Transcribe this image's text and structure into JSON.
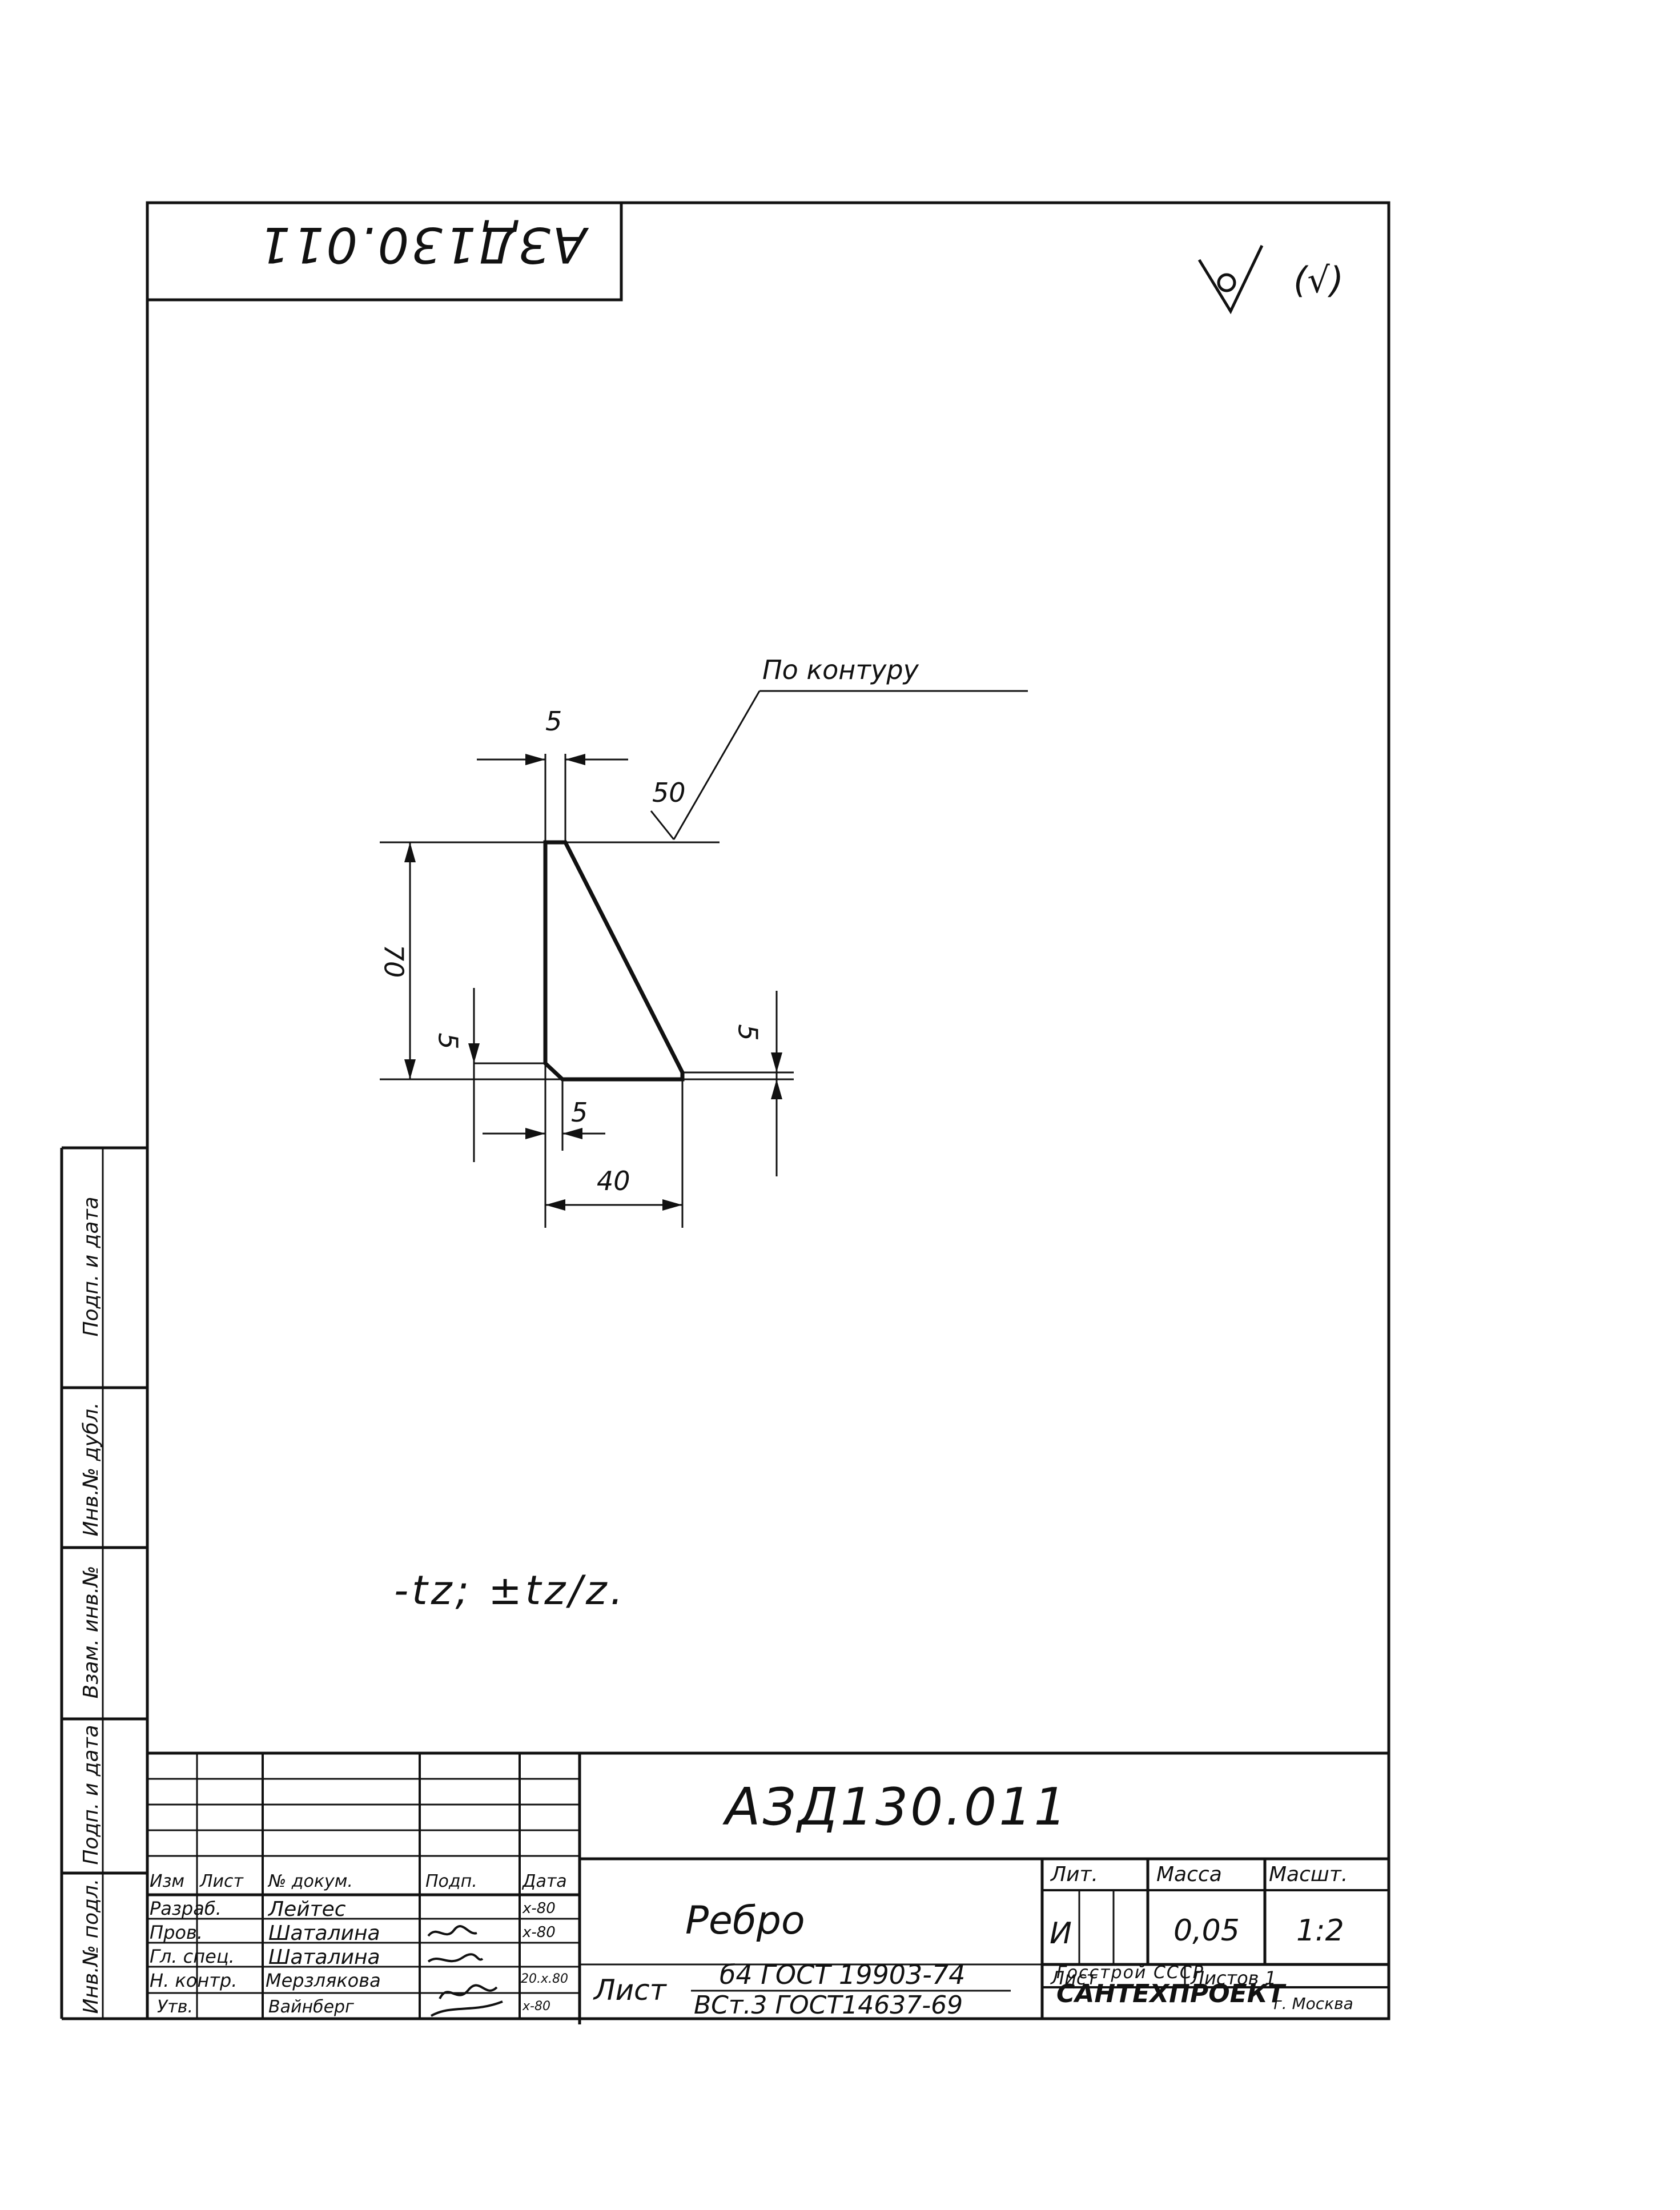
{
  "drawing": {
    "code_corner": "АЗД130.011",
    "roughness_mark": "(√)",
    "contour_note": "По контуру",
    "roughness_value": "50",
    "dims": {
      "top": "5",
      "height": "70",
      "left_small": "5",
      "right_small": "5",
      "bottom_small": "5",
      "bottom": "40"
    },
    "tolerance_note": "-tz; ±tz/z."
  },
  "side_strip": {
    "labels": [
      "Подп. и дата",
      "Инв.№ дубл.",
      "Взам. инв.№",
      "Подп. и дата",
      "Инв.№ подл."
    ]
  },
  "title_block": {
    "code": "АЗД130.011",
    "name": "Ребро",
    "headers": {
      "izm": "Изм",
      "list": "Лист",
      "doc": "№ докум.",
      "podp": "Подп.",
      "date": "Дата"
    },
    "rows": [
      {
        "role": "Разраб.",
        "person": "Лейтес",
        "date": "х-80"
      },
      {
        "role": "Пров.",
        "person": "Шаталина",
        "date": "х-80"
      },
      {
        "role": "Гл. спец.",
        "person": "Шаталина",
        "date": ""
      },
      {
        "role": "Н. контр.",
        "person": "Мерзлякова",
        "date": "20.х.80"
      },
      {
        "role": "Утв.",
        "person": "Вайнберг",
        "date": "х-80"
      }
    ],
    "lit_label": "Лит.",
    "mass_label": "Масса",
    "scale_label": "Масшт.",
    "lit_value": "И",
    "mass_value": "0,05",
    "scale_value": "1:2",
    "sheet_label": "Лист",
    "sheets_label": "Листов 1",
    "material_prefix": "Лист",
    "material_line1": "б4 ГОСТ 19903-74",
    "material_line2": "ВСт.3 ГОСТ14637-69",
    "org_line1": "Госстрой СССР",
    "org_line2": "САНТЕХПРОЕКТ",
    "org_line3": "г. Москва"
  }
}
